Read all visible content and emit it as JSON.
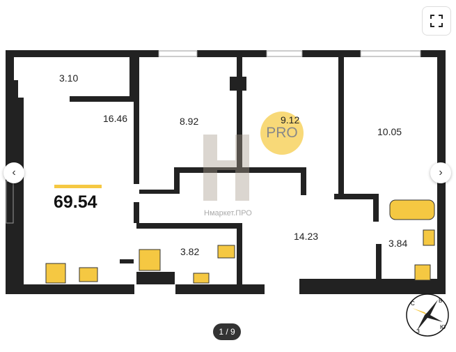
{
  "rooms": {
    "balcony": "3.10",
    "kitchen_living": "16.46",
    "bedroom1": "8.92",
    "bedroom2": "9.12",
    "bedroom3": "10.05",
    "hall": "14.23",
    "bathroom1": "3.82",
    "bathroom2": "3.84"
  },
  "total_area": "69.54",
  "badge": {
    "label": "PRO"
  },
  "watermark": "Нмаркет.ПРО",
  "pager": "1 / 9",
  "compass": {
    "n": "С",
    "e": "В",
    "s": "Ю",
    "w": "З"
  },
  "colors": {
    "accent": "#f5c842",
    "wall": "#222222"
  }
}
